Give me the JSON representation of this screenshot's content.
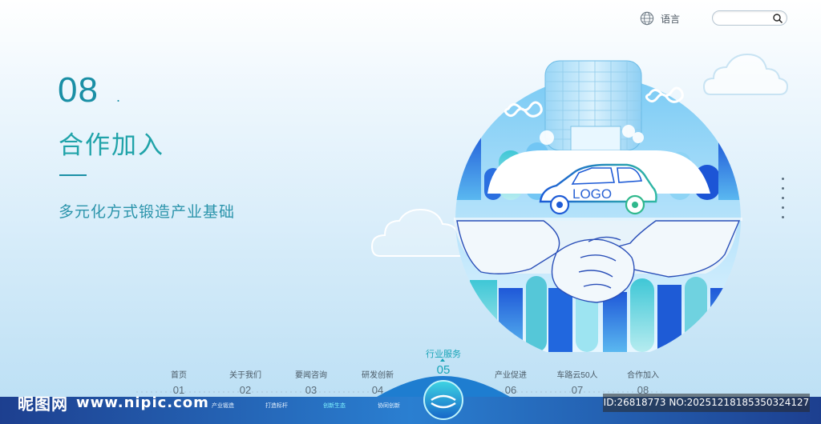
{
  "header": {
    "language_label": "语言",
    "search_placeholder": ""
  },
  "hero": {
    "number": "08",
    "number_dot": ".",
    "title": "合作加入",
    "subtitle": "多元化方式锻造产业基础"
  },
  "illustration": {
    "logo_text": "LOGO"
  },
  "timeline": {
    "active_label": "行业服务",
    "active_number": "05",
    "nodes": [
      {
        "label": "首页",
        "number": "01"
      },
      {
        "label": "关于我们",
        "number": "02"
      },
      {
        "label": "要闻咨询",
        "number": "03"
      },
      {
        "label": "研发创新",
        "number": "04"
      },
      {
        "label": "产业促进",
        "number": "06"
      },
      {
        "label": "车路云50人",
        "number": "07"
      },
      {
        "label": "合作加入",
        "number": "08"
      }
    ],
    "sub_items": [
      "产业锻造",
      "打造标杆",
      "创新生态",
      "协同创新"
    ]
  },
  "watermark": {
    "logo": "昵图网",
    "url": "www.nipic.com",
    "id_text": "ID:26818773 NO:20251218185350324127"
  },
  "colors": {
    "accent_teal": "#1a8fa5",
    "title_green": "#20a3a9",
    "deep_blue": "#1e5bd6"
  }
}
